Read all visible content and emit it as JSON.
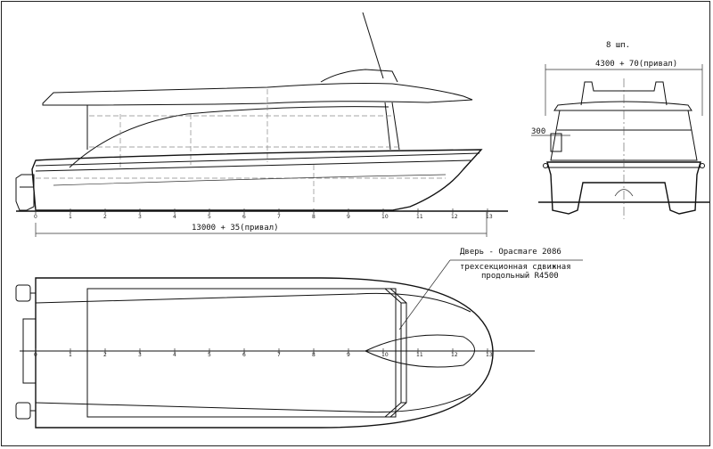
{
  "side_view": {
    "length_dim": "13000 + 35(привал)",
    "stations": [
      "0",
      "1",
      "2",
      "3",
      "4",
      "5",
      "6",
      "7",
      "8",
      "9",
      "10",
      "11",
      "12",
      "13"
    ]
  },
  "front_view": {
    "frame_label": "8 шп.",
    "width_dim": "4300 + 70(привал)",
    "small_dim": "300"
  },
  "plan_view": {
    "door_label": "Дверь - Opacmare 2086",
    "door_spec_1": "трехсекционная сдвижная",
    "door_spec_2": "продольный R4500",
    "stations": [
      "0",
      "1",
      "2",
      "3",
      "4",
      "5",
      "6",
      "7",
      "8",
      "9",
      "10",
      "11",
      "12",
      "13"
    ]
  }
}
